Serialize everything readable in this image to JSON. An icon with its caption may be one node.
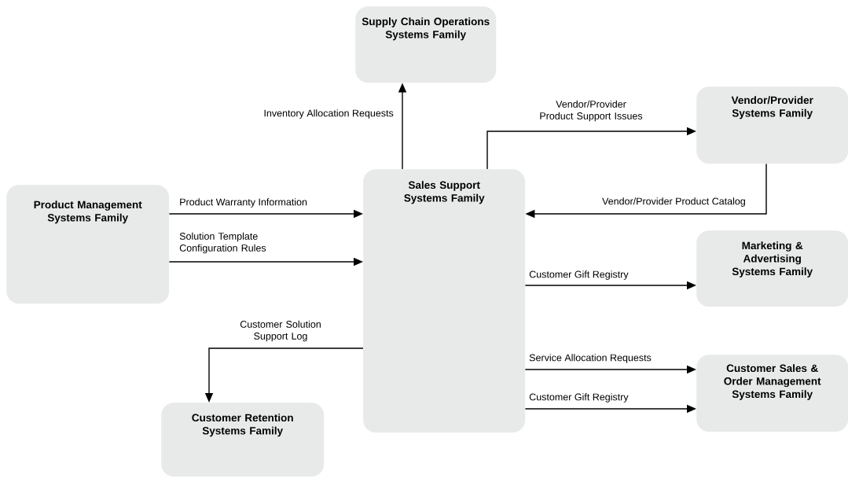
{
  "diagram": {
    "nodes": [
      {
        "text": [
          "Supply Chain Operations Systems Family"
        ]
      },
      {
        "text": [
          "Vendor/Provider Systems Family"
        ]
      },
      {
        "text": [
          "Product Management Systems Family"
        ]
      },
      {
        "text": [
          "Sales Support Systems Family"
        ]
      },
      {
        "text": [
          "Marketing & Advertising Systems Family"
        ]
      },
      {
        "text": [
          "Customer Sales & Order Management Systems Family"
        ]
      },
      {
        "text": [
          "Customer Retention Systems Family"
        ]
      }
    ],
    "edges": [
      {
        "from": 3,
        "to": 0,
        "arrow": "to",
        "label": "Inventory Allocation Requests"
      },
      {
        "from": 3,
        "to": 1,
        "arrow": "to",
        "label": "Vendor/Provider Product Support Issues"
      },
      {
        "from": 1,
        "to": 3,
        "arrow": "to",
        "label": "Vendor/Provider Product Catalog"
      },
      {
        "from": 2,
        "to": 3,
        "arrow": "to",
        "label": "Product Warranty Information"
      },
      {
        "from": 2,
        "to": 3,
        "arrow": "to",
        "label": "Solution Template Configuration Rules"
      },
      {
        "from": 3,
        "to": 4,
        "arrow": "to",
        "label": "Customer Gift Registry"
      },
      {
        "from": 3,
        "to": 6,
        "arrow": "to",
        "label": "Customer Solution Support Log"
      },
      {
        "from": 3,
        "to": 5,
        "arrow": "to",
        "label": "Service Allocation Requests"
      },
      {
        "from": 3,
        "to": 5,
        "arrow": "to",
        "label": "Customer Gift Registry"
      }
    ]
  }
}
